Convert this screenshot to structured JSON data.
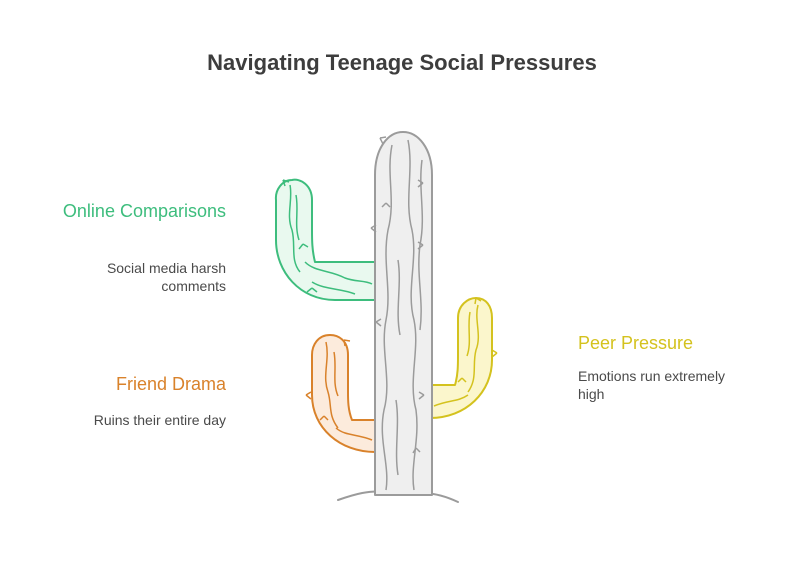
{
  "title": "Navigating Teenage Social Pressures",
  "colors": {
    "green": "#3dbd7d",
    "orange": "#d9822b",
    "yellow": "#d4c21e",
    "gray": "#9b9b9b"
  },
  "items": [
    {
      "label": "Online Comparisons",
      "description": "Social media harsh comments",
      "color": "#3dbd7d"
    },
    {
      "label": "Friend Drama",
      "description": "Ruins their entire day",
      "color": "#d9822b"
    },
    {
      "label": "Peer Pressure",
      "description": "Emotions run extremely high",
      "color": "#d4c21e"
    }
  ]
}
